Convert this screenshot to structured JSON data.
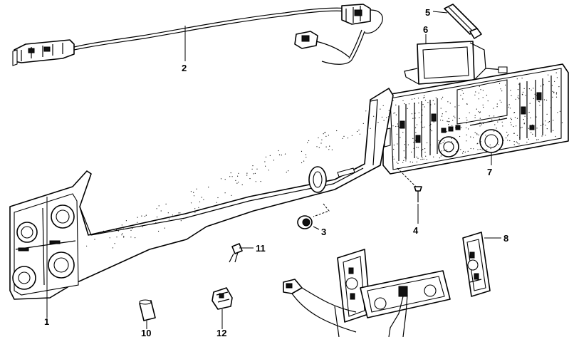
{
  "callouts": [
    {
      "id": "1",
      "text": "1"
    },
    {
      "id": "2",
      "text": "2"
    },
    {
      "id": "3",
      "text": "3"
    },
    {
      "id": "4",
      "text": "4"
    },
    {
      "id": "5",
      "text": "5"
    },
    {
      "id": "6",
      "text": "6"
    },
    {
      "id": "7",
      "text": "7"
    },
    {
      "id": "8",
      "text": "8"
    },
    {
      "id": "10",
      "text": "10"
    },
    {
      "id": "11",
      "text": "11"
    },
    {
      "id": "12",
      "text": "12"
    }
  ]
}
